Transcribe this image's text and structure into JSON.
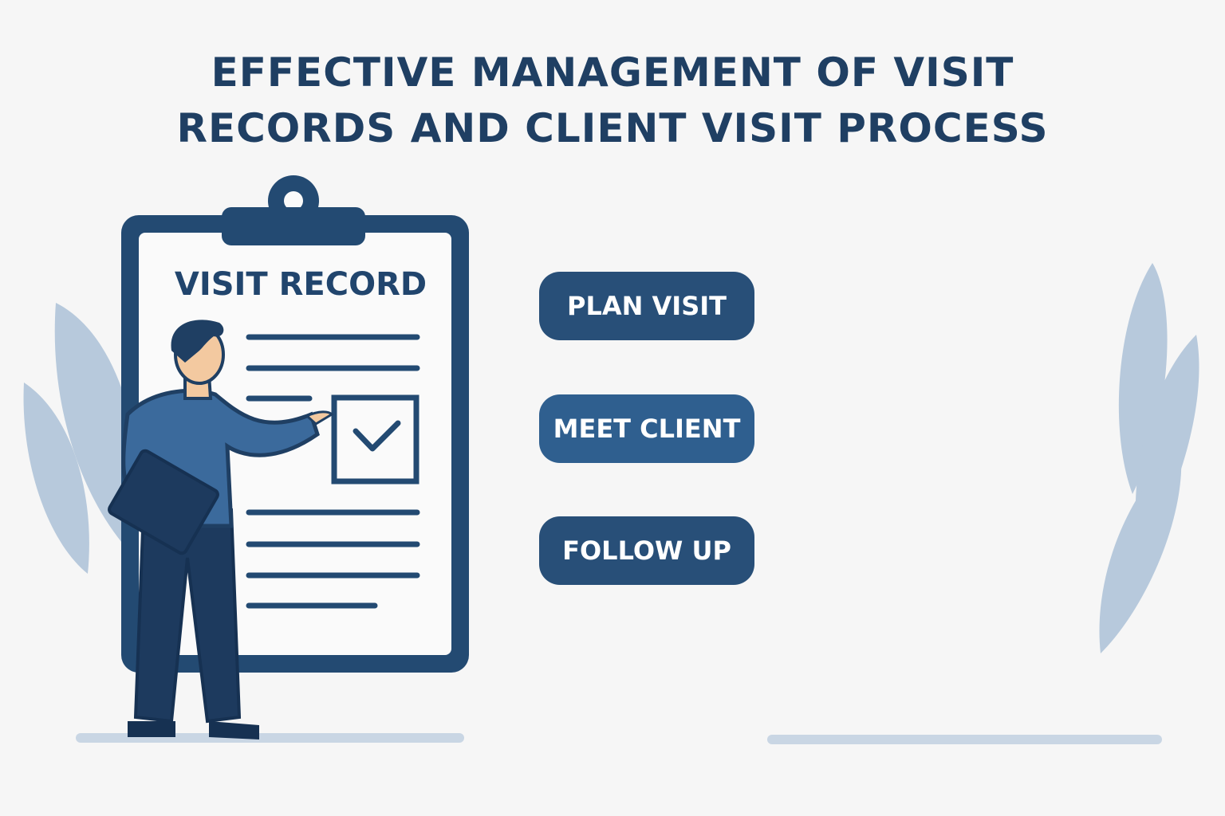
{
  "title": {
    "line1": "EFFECTIVE MANAGEMENT OF VISIT",
    "line2": "RECORDS AND CLIENT VISIT PROCESS"
  },
  "clipboard": {
    "heading": "VISIT RECORD",
    "checkbox_checked": true
  },
  "process": {
    "steps": [
      {
        "label": "PLAN VISIT"
      },
      {
        "label": "MEET CLIENT"
      },
      {
        "label": "FOLLOW UP"
      }
    ]
  },
  "speech_bubble": {
    "icon": "ellipsis-icon"
  },
  "colors": {
    "primary": "#1f3f63",
    "step_fill": "#284f78",
    "accent_yellow": "#eeb04a",
    "check_red": "#d05a66",
    "leaf": "#b7c9dc",
    "skin": "#f3c9a0",
    "background": "#f6f6f6"
  }
}
